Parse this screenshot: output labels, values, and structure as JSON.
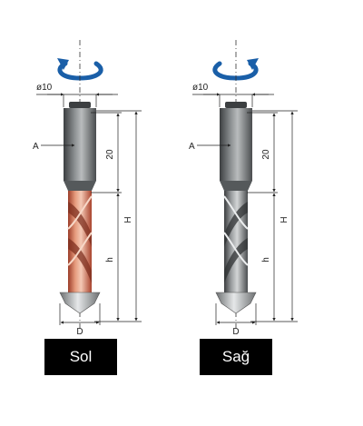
{
  "drills": [
    {
      "name": "left-drill",
      "diameter_label": "ø10",
      "shank_label": "A",
      "shank_length_label": "20",
      "total_length_label": "H",
      "flute_length_label": "h",
      "cut_diameter_label": "D",
      "direction_label": "Sol",
      "rotation": "counter-clockwise"
    },
    {
      "name": "right-drill",
      "diameter_label": "ø10",
      "shank_label": "A",
      "shank_length_label": "20",
      "total_length_label": "H",
      "flute_length_label": "h",
      "cut_diameter_label": "D",
      "direction_label": "Sağ",
      "rotation": "clockwise"
    }
  ],
  "colors": {
    "rotation_arrow": "#1a5fa8",
    "left_body": "#c8583e",
    "right_body": "#6e6e6e",
    "shank": "#5f6365",
    "label_background": "#000000",
    "label_text": "#ffffff"
  }
}
